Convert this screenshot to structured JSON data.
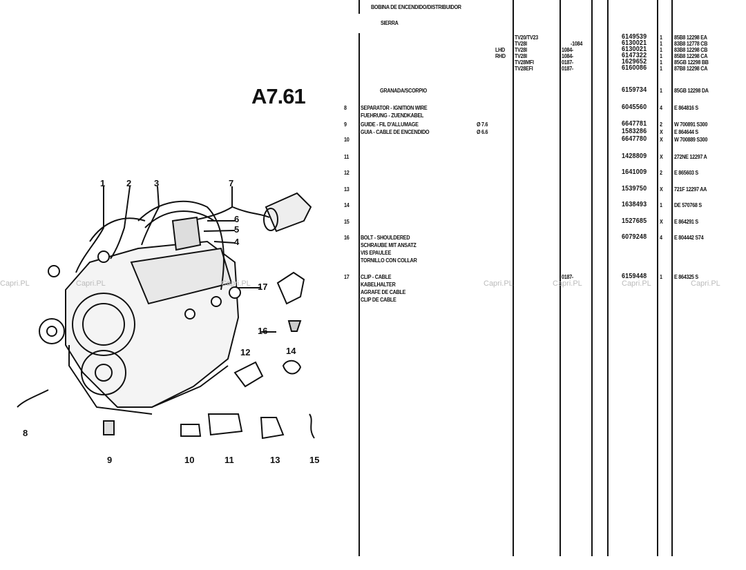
{
  "page": {
    "reference": "A7.61",
    "section_title": "BOBINA DE ENCENDIDO/DISTRIBUIDOR",
    "subheading_sierra": "SIERRA",
    "watermark": "Capri.PL"
  },
  "rows": [
    {
      "num": "",
      "desc": [],
      "spec": "",
      "side": "",
      "model": "TV20/TV23",
      "date": "",
      "part": "6149539",
      "qty": "1",
      "finis": "85B8 12298 EA"
    },
    {
      "num": "",
      "desc": [],
      "spec": "",
      "side": "",
      "model": "TV28I",
      "date": "-1084",
      "part": "6130021",
      "qty": "1",
      "finis": "83B8 12778 CB"
    },
    {
      "num": "",
      "desc": [],
      "spec": "",
      "side": "LHD",
      "model": "TV28I",
      "date": "1084-",
      "part": "6130021",
      "qty": "1",
      "finis": "83B8 12298 CB"
    },
    {
      "num": "",
      "desc": [],
      "spec": "",
      "side": "RHD",
      "model": "TV28I",
      "date": "1084-",
      "part": "6147322",
      "qty": "1",
      "finis": "85B8 12298 CA"
    },
    {
      "num": "",
      "desc": [],
      "spec": "",
      "side": "",
      "model": "TV28MFI",
      "date": "0187-",
      "part": "1629652",
      "qty": "1",
      "finis": "85GB 12298 BB"
    },
    {
      "num": "",
      "desc": [],
      "spec": "",
      "side": "",
      "model": "TV28EFI",
      "date": "0187-",
      "part": "6160086",
      "qty": "1",
      "finis": "87B8 12298 CA"
    },
    {
      "num": "",
      "desc": [
        "GRANADA/SCORPIO"
      ],
      "spec": "",
      "side": "",
      "model": "",
      "date": "",
      "part": "6159734",
      "qty": "1",
      "finis": "85GB 12298 DA"
    },
    {
      "num": "8",
      "desc": [
        "SEPARATOR - IGNITION WIRE",
        "FUEHRUNG - ZUENDKABEL"
      ],
      "spec": "",
      "side": "",
      "model": "",
      "date": "",
      "part": "6045560",
      "qty": "4",
      "finis": "E 864816 S"
    },
    {
      "num": "9",
      "desc": [
        "GUIDE - FIL D'ALLUMAGE"
      ],
      "spec": "Ø 7.6",
      "side": "",
      "model": "",
      "date": "",
      "part": "6647781",
      "qty": "2",
      "finis": "W 700891 S300"
    },
    {
      "num": "",
      "desc": [
        "GUIA - CABLE DE ENCENDIDO"
      ],
      "spec": "Ø 6.6",
      "side": "",
      "model": "",
      "date": "",
      "part": "1583286",
      "qty": "X",
      "finis": "E 864644 S"
    },
    {
      "num": "10",
      "desc": [],
      "spec": "",
      "side": "",
      "model": "",
      "date": "",
      "part": "6647780",
      "qty": "X",
      "finis": "W 700889 S300"
    },
    {
      "num": "11",
      "desc": [],
      "spec": "",
      "side": "",
      "model": "",
      "date": "",
      "part": "1428809",
      "qty": "X",
      "finis": "272NE 12297 A"
    },
    {
      "num": "12",
      "desc": [],
      "spec": "",
      "side": "",
      "model": "",
      "date": "",
      "part": "1641009",
      "qty": "2",
      "finis": "E 865603 S"
    },
    {
      "num": "13",
      "desc": [],
      "spec": "",
      "side": "",
      "model": "",
      "date": "",
      "part": "1539750",
      "qty": "X",
      "finis": "721F 12297 AA"
    },
    {
      "num": "14",
      "desc": [],
      "spec": "",
      "side": "",
      "model": "",
      "date": "",
      "part": "1638493",
      "qty": "1",
      "finis": "DE 570768 S"
    },
    {
      "num": "15",
      "desc": [],
      "spec": "",
      "side": "",
      "model": "",
      "date": "",
      "part": "1527685",
      "qty": "X",
      "finis": "E 864291 S"
    },
    {
      "num": "16",
      "desc": [
        "BOLT - SHOULDERED",
        "SCHRAUBE MIT ANSATZ",
        "VIS EPAULEE",
        "TORNILLO CON COLLAR"
      ],
      "spec": "",
      "side": "",
      "model": "",
      "date": "",
      "part": "6079248",
      "qty": "4",
      "finis": "E 804442 S74"
    },
    {
      "num": "17",
      "desc": [
        "CLIP - CABLE",
        "KABELHALTER",
        "AGRAFE DE CABLE",
        "CLIP DE CABLE"
      ],
      "spec": "",
      "side": "",
      "model": "",
      "date": "0187-",
      "part": "6159448",
      "qty": "1",
      "finis": "E 864325 S"
    }
  ],
  "callouts": [
    "1",
    "2",
    "3",
    "4",
    "5",
    "6",
    "7",
    "8",
    "9",
    "10",
    "11",
    "12",
    "13",
    "14",
    "15",
    "16",
    "17"
  ]
}
